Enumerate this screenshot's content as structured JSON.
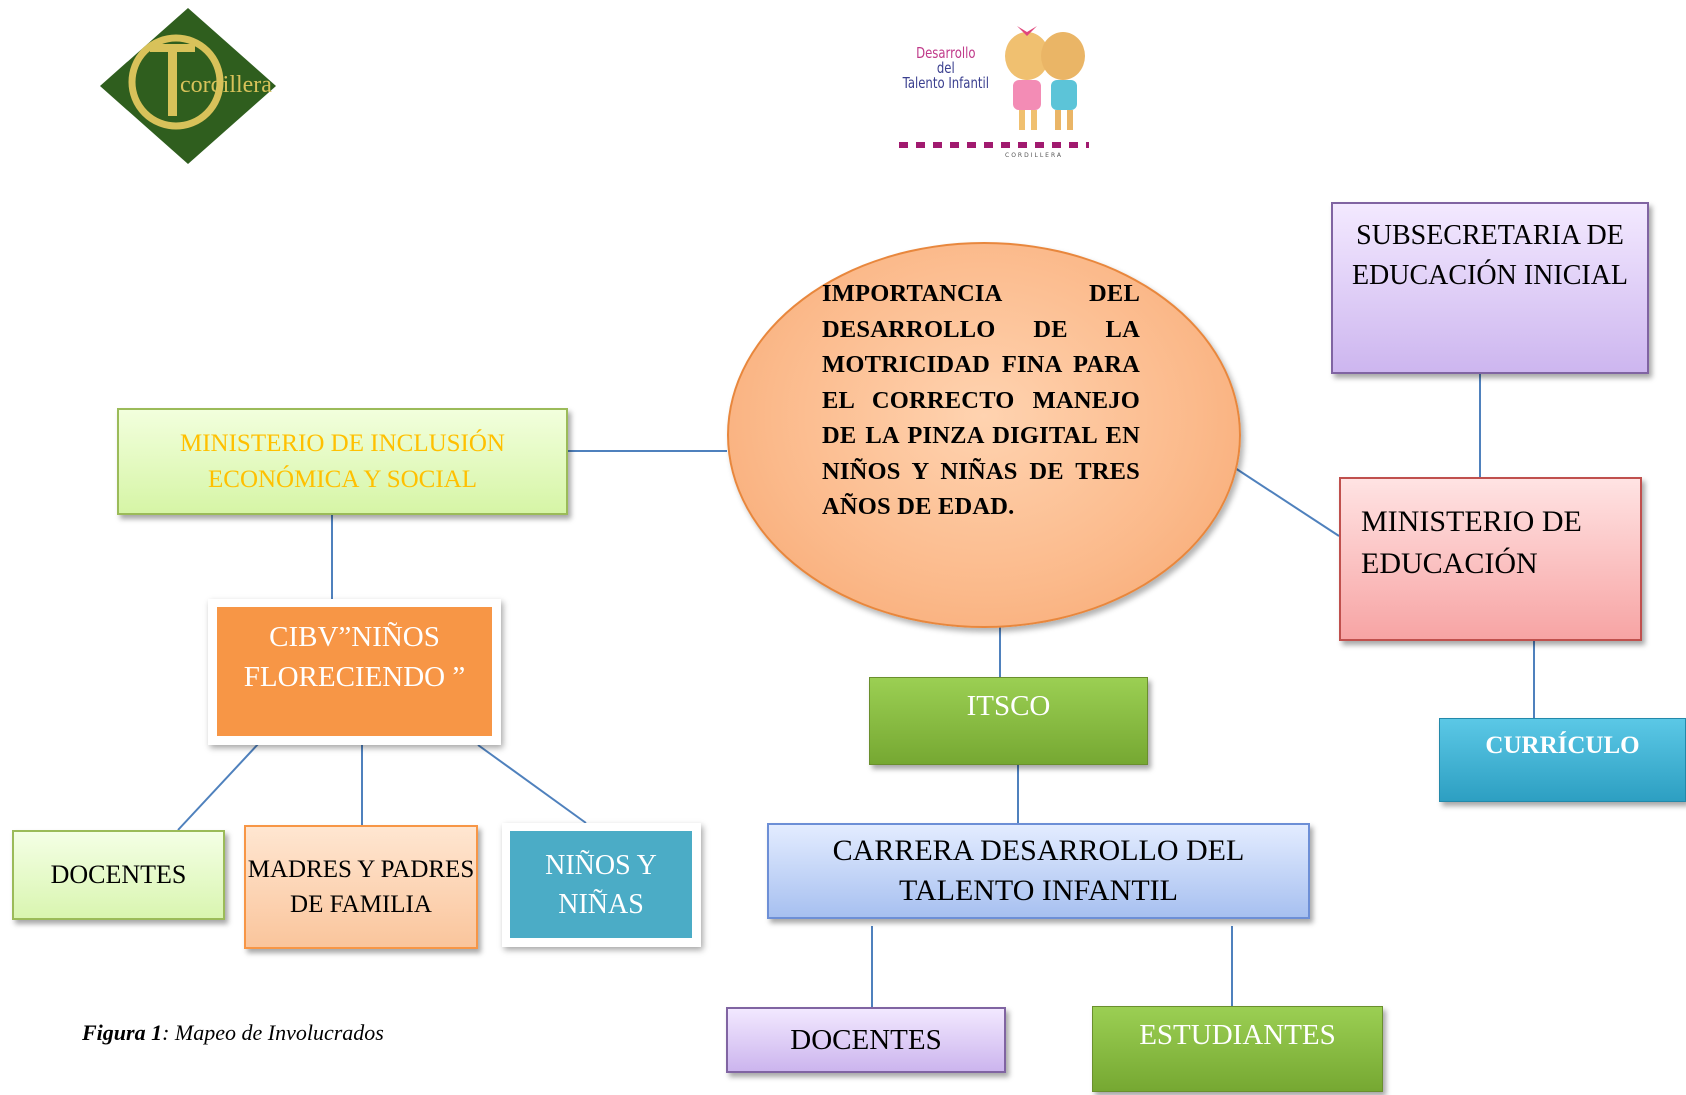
{
  "logos": {
    "cordillera_text": "cordillera",
    "dti_line1": "Desarrollo",
    "dti_line2": "del",
    "dti_line3": "Talento Infantil",
    "dti_small": "CORDILLERA"
  },
  "center": {
    "text": "IMPORTANCIA DEL DESARROLLO DE LA MOTRICIDAD FINA PARA EL CORRECTO MANEJO DE LA PINZA DIGITAL EN NIÑOS Y NIÑAS DE TRES AÑOS DE EDAD."
  },
  "nodes": {
    "mies": "MINISTERIO DE INCLUSIÓN ECONÓMICA Y SOCIAL",
    "cibv": "CIBV”NIÑOS FLORECIENDO ”",
    "docentes_left": "DOCENTES",
    "madres": "MADRES Y PADRES DE FAMILIA",
    "ninos": "NIÑOS Y NIÑAS",
    "itsco": "ITSCO",
    "carrera": "CARRERA DESARROLLO DEL TALENTO INFANTIL",
    "docentes_bottom": "DOCENTES",
    "estudiantes": "ESTUDIANTES",
    "subsecretaria": "SUBSECRETARIA DE EDUCACIÓN INICIAL",
    "mineduc": "MINISTERIO DE EDUCACIÓN",
    "curriculo": "CURRÍCULO"
  },
  "caption": {
    "label": "Figura 1",
    "text": ": Mapeo de Involucrados"
  },
  "colors": {
    "line": "#4f81bd",
    "green_accent": "#9bbb59",
    "orange_accent": "#f79646",
    "blue_accent": "#4bacc6",
    "purple_accent": "#8064a2",
    "red_accent": "#c0504d",
    "mies_text": "#ffc000"
  }
}
